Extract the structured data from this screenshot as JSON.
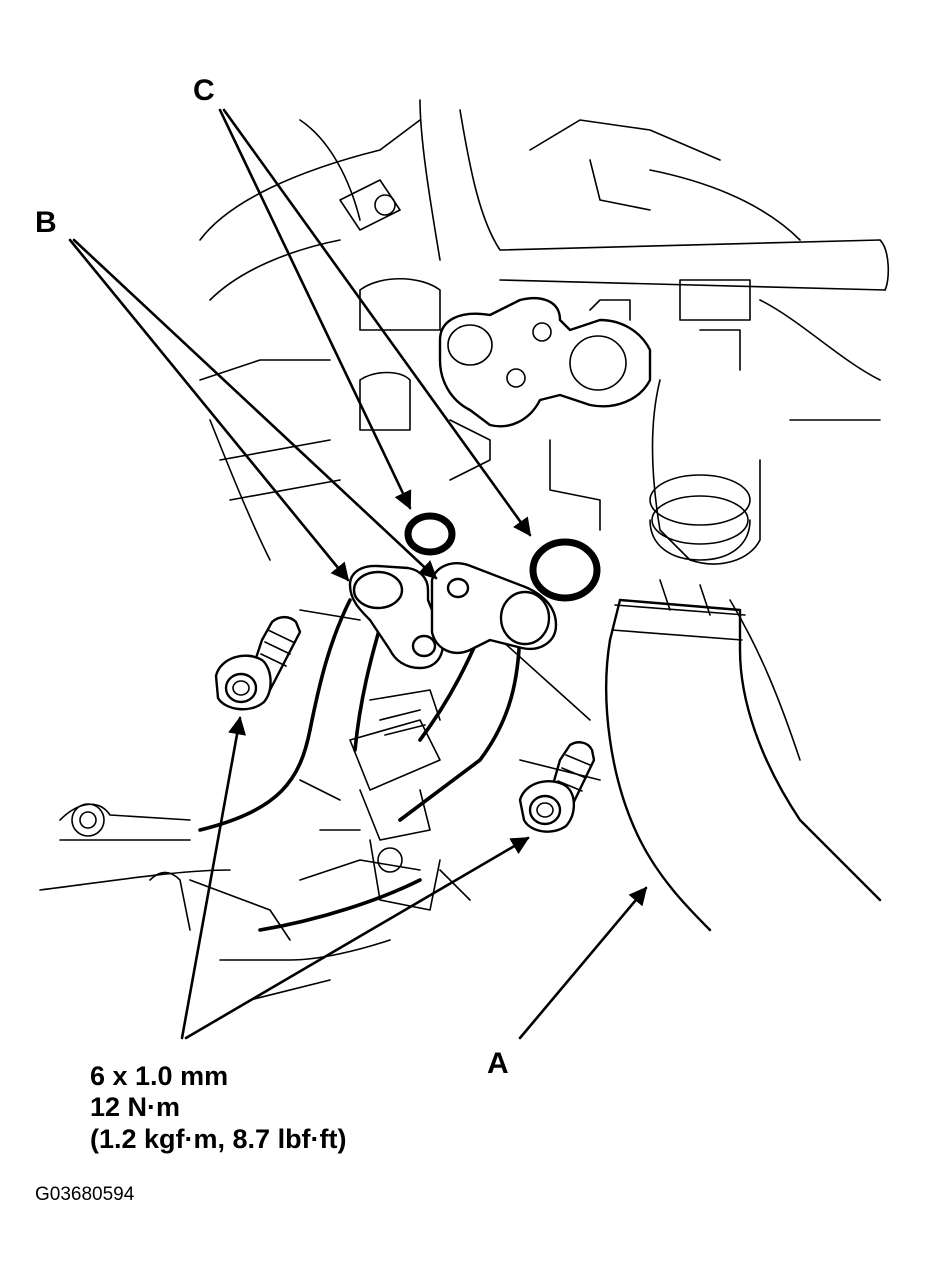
{
  "labels": {
    "a": "A",
    "b": "B",
    "c": "C"
  },
  "bolt_spec": {
    "size": "6 x 1.0 mm",
    "torque_nm": "12 N·m",
    "torque_alt": "(1.2 kgf·m, 8.7 lbf·ft)"
  },
  "figure_id": "G03680594"
}
